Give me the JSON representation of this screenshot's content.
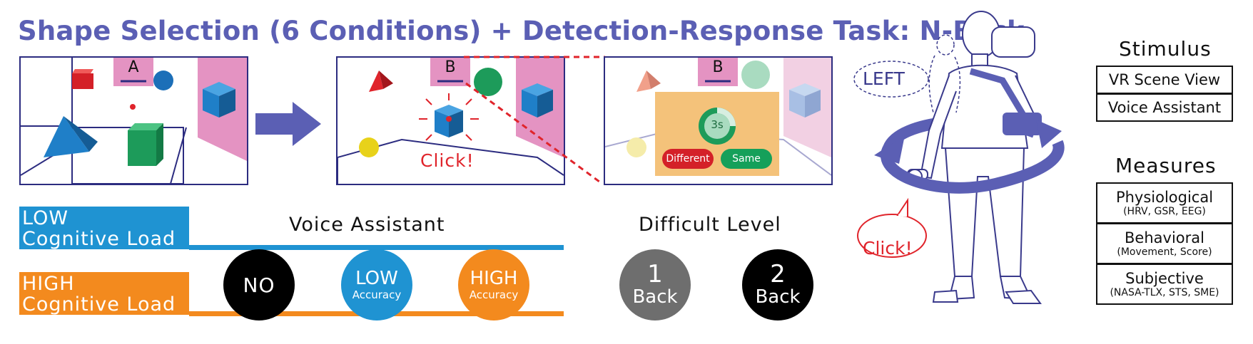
{
  "title": "Shape Selection (6 Conditions) + Detection-Response Task: N-Back",
  "scene_panels": {
    "panel1_label": "A",
    "panel2_label": "B",
    "panel2_click": "Click!",
    "panel3_label": "B",
    "panel3_timer": "3s",
    "panel3_btn_different": "Different",
    "panel3_btn_same": "Same"
  },
  "conditions": {
    "voice_assistant_heading": "Voice Assistant",
    "low_load_line1": "LOW",
    "low_load_line2": "Cognitive Load",
    "high_load_line1": "HIGH",
    "high_load_line2": "Cognitive Load",
    "circle_no": "NO",
    "circle_low_main": "LOW",
    "circle_low_sub": "Accuracy",
    "circle_high_main": "HIGH",
    "circle_high_sub": "Accuracy"
  },
  "difficulty": {
    "heading": "Difficult Level",
    "level1_num": "1",
    "level1_word": "Back",
    "level2_num": "2",
    "level2_word": "Back"
  },
  "user_figure": {
    "speech_left": "LEFT",
    "speech_click": "Click!"
  },
  "stimulus": {
    "heading": "Stimulus",
    "items": [
      "VR Scene View",
      "Voice Assistant"
    ]
  },
  "measures": {
    "heading": "Measures",
    "items": [
      {
        "label": "Physiological",
        "sub": "(HRV, GSR, EEG)"
      },
      {
        "label": "Behavioral",
        "sub": "(Movement, Score)"
      },
      {
        "label": "Subjective",
        "sub": "(NASA-TLX, STS, SME)"
      }
    ]
  },
  "colors": {
    "title": "#5b5fb4",
    "low_load": "#1f93d2",
    "high_load": "#f38a1e",
    "navy": "#2c2c80",
    "pink_wall": "#e493c2",
    "red": "#e0242b",
    "green_button": "#15a05a",
    "orange_popup": "#f4c27a",
    "gray_level": "#6e6e6e"
  }
}
